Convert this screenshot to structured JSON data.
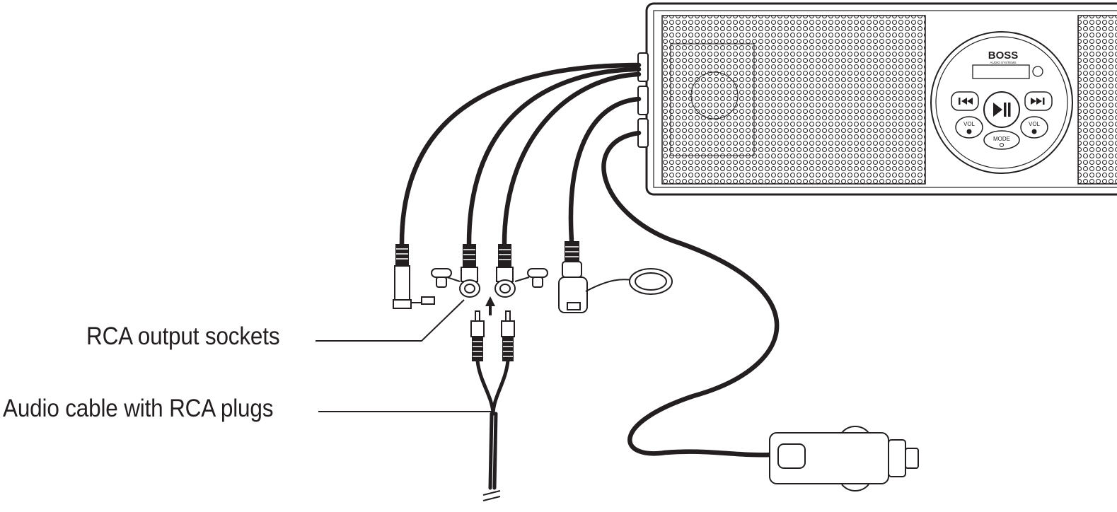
{
  "labels": {
    "rca_output_sockets": "RCA output sockets",
    "audio_cable": "Audio cable with RCA plugs"
  },
  "device": {
    "brand": "BOSS",
    "brand_sub": "AUDIO SYSTEMS",
    "vol_down": "VOL",
    "vol_up": "VOL",
    "mode": "MODE"
  },
  "colors": {
    "ink": "#231f20",
    "paper": "#ffffff"
  }
}
